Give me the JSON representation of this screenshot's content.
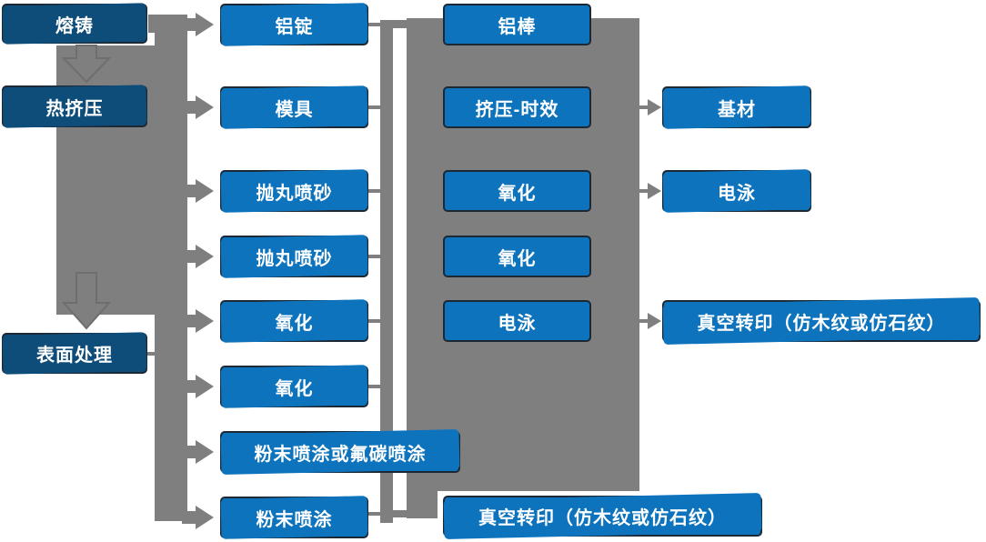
{
  "diagram": {
    "type": "flowchart",
    "description": "Aluminum profile production process flow",
    "colors": {
      "node_blue": "#0d73bd",
      "node_dark_blue": "#0e4d7a",
      "node_border": "#1c2935",
      "connector_gray": "#7f7f7f",
      "text": "#ffffff"
    },
    "stages": [
      {
        "label": "熔铸"
      },
      {
        "label": "热挤压"
      },
      {
        "label": "表面处理"
      }
    ],
    "col2": [
      {
        "label": "铝锭"
      },
      {
        "label": "模具"
      },
      {
        "label": "抛丸喷砂"
      },
      {
        "label": "抛丸喷砂"
      },
      {
        "label": "氧化"
      },
      {
        "label": "氧化"
      },
      {
        "label": "粉末喷涂或氟碳喷涂"
      },
      {
        "label": "粉末喷涂"
      }
    ],
    "col3": [
      {
        "label": "铝棒"
      },
      {
        "label": "挤压-时效"
      },
      {
        "label": "氧化"
      },
      {
        "label": "氧化"
      },
      {
        "label": "电泳"
      },
      {
        "label": "真空转印（仿木纹或仿石纹）"
      }
    ],
    "col4": [
      {
        "label": "基材"
      },
      {
        "label": "电泳"
      },
      {
        "label": "真空转印（仿木纹或仿石纹）"
      }
    ]
  }
}
